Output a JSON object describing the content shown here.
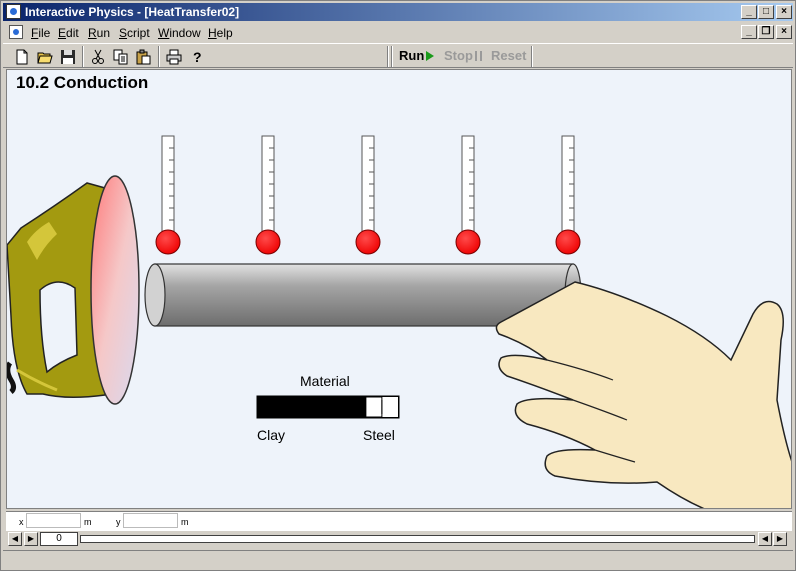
{
  "window": {
    "title": "Interactive Physics - [HeatTransfer02]",
    "caption_buttons": [
      "_",
      "□",
      "×"
    ],
    "mdi_buttons": [
      "_",
      "❐",
      "×"
    ]
  },
  "menu": {
    "items": [
      {
        "hot": "F",
        "rest": "ile"
      },
      {
        "hot": "E",
        "rest": "dit"
      },
      {
        "hot": "R",
        "rest": "un"
      },
      {
        "hot": "S",
        "rest": "cript"
      },
      {
        "hot": "W",
        "rest": "indow"
      },
      {
        "hot": "H",
        "rest": "elp"
      }
    ]
  },
  "toolbar": {
    "icons": [
      "new-file-icon",
      "open-folder-icon",
      "save-disk-icon",
      "cut-scissors-icon",
      "copy-icon",
      "paste-icon",
      "print-icon",
      "help-icon"
    ],
    "run_label": "Run",
    "stop_label": "Stop",
    "reset_label": "Reset",
    "colors": {
      "run_play": "#1a9a1a",
      "disabled_text": "#9a9a9a"
    }
  },
  "simulation": {
    "heading": "10.2 Conduction",
    "thermometer_count": 5,
    "thermometer_bulb_color": "#ff0000",
    "slider": {
      "label": "Material",
      "min_label": "Clay",
      "max_label": "Steel",
      "value": 0.87
    }
  },
  "coordinates": {
    "x_label": "x",
    "x_unit": "m",
    "y_label": "y",
    "y_unit": "m"
  },
  "frame": {
    "value": "0"
  }
}
